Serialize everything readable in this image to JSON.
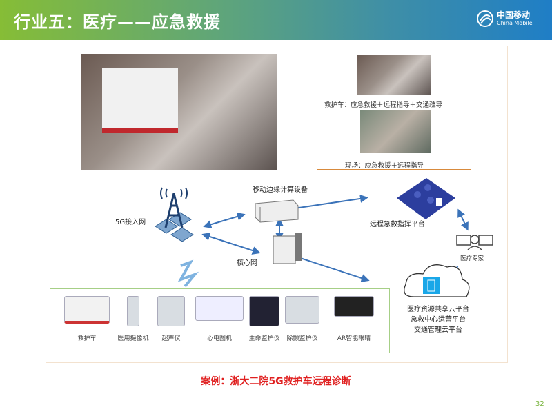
{
  "header": {
    "title": "行业五：医疗——应急救援",
    "logo_cn": "中国移动",
    "logo_en": "China Mobile"
  },
  "case_box": {
    "ambulance_text": "救护车：应急救援＋远程指导＋交通疏导",
    "scene_text": "现场：应急救援＋远程指导"
  },
  "diagram": {
    "access_network": "5G接入网",
    "edge_device": "移动边缘计算设备",
    "core_network": "核心网",
    "command_platform": "远程急救指挥平台",
    "medical_expert": "医疗专家",
    "cloud_platforms": [
      "医疗资源共享云平台",
      "急救中心运营平台",
      "交通管理云平台"
    ]
  },
  "devices": [
    "救护车",
    "医用摄像机",
    "超声仪",
    "心电图机",
    "生命监护仪",
    "除颤监护仪",
    "AR智能眼睛"
  ],
  "caption": "案例：浙大二院5G救护车远程诊断",
  "page_number": "32",
  "colors": {
    "header_start": "#86bd36",
    "header_end": "#1f7ec6",
    "caption": "#e02020",
    "arrow": "#3b73b9"
  }
}
